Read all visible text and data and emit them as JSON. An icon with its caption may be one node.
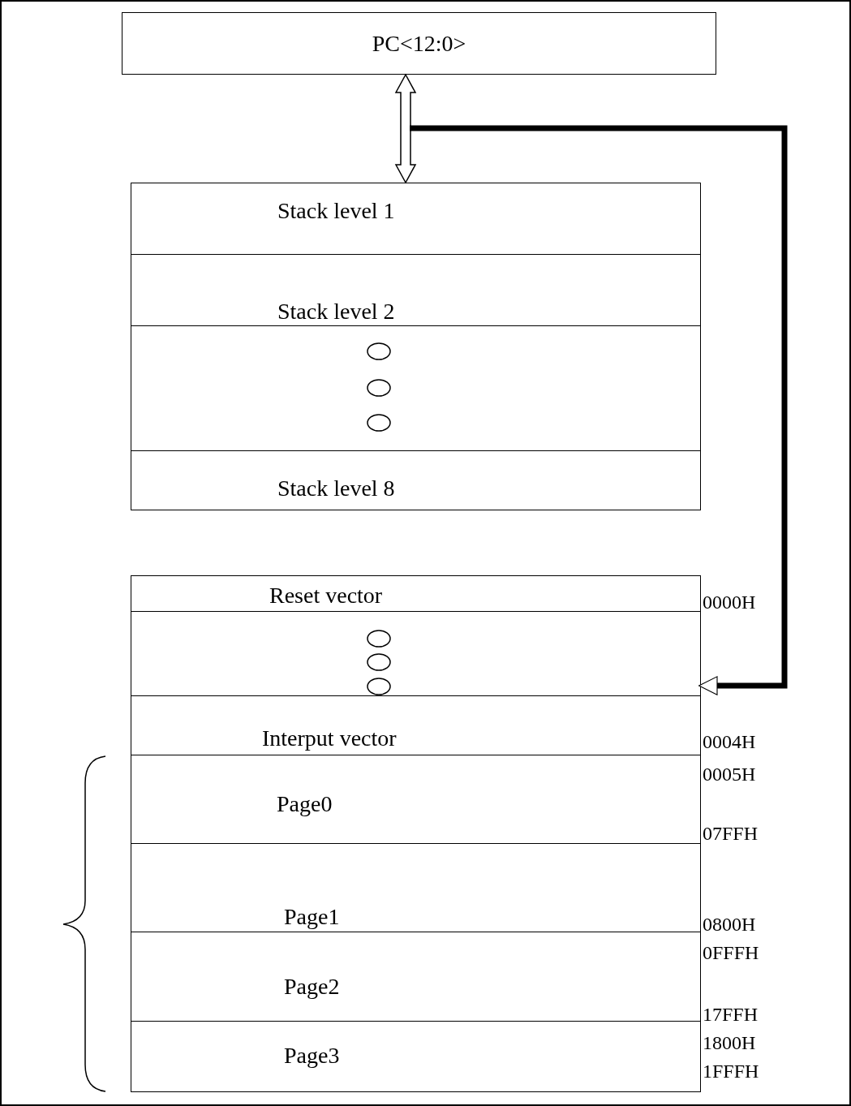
{
  "diagram": {
    "nodes": [
      {
        "text": [
          "PC<12:0>"
        ]
      },
      {
        "text": [
          "Stack level 1"
        ]
      },
      {
        "text": [
          "Stack level 2"
        ]
      },
      {
        "text": [],
        "shape": "box"
      },
      {
        "text": [
          "Stack level 8"
        ]
      },
      {
        "text": [
          "Reset vector"
        ]
      },
      {
        "text": [],
        "shape": "box"
      },
      {
        "text": [
          "Interput vector"
        ]
      },
      {
        "text": [
          "Page0"
        ]
      },
      {
        "text": [
          "Page1"
        ]
      },
      {
        "text": [
          "Page2"
        ]
      },
      {
        "text": [
          "Page3"
        ]
      }
    ],
    "edges": [
      {
        "from": 0,
        "to": 1,
        "arrow": "both"
      },
      {
        "from": null,
        "to": 6,
        "arrow": "to"
      }
    ],
    "labels": [
      "0000H",
      "0004H",
      "0005H",
      "07FFH",
      "0800H",
      "0FFFH",
      "17FFH",
      "1800H",
      "1FFFH"
    ]
  }
}
